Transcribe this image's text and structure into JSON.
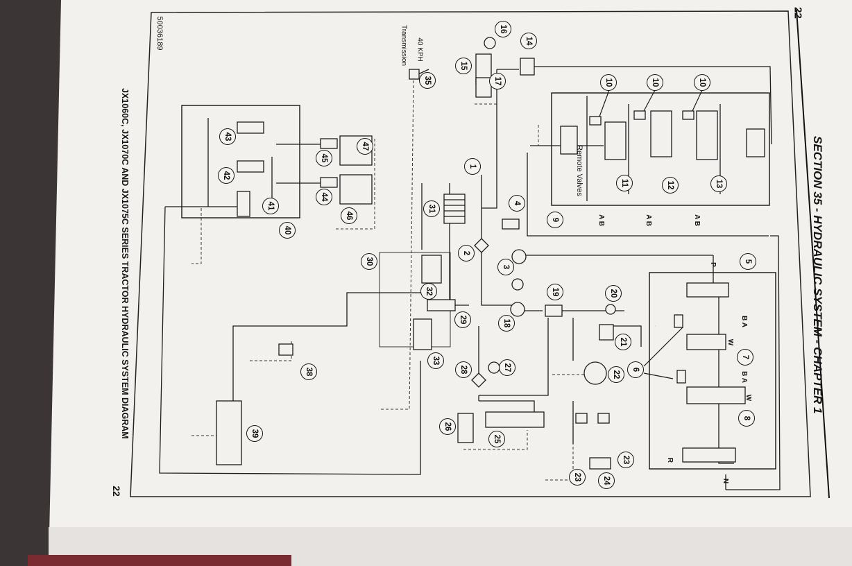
{
  "header": {
    "page_number_top": "22",
    "section_title": "SECTION 35 - HYDRAULIC SYSTEM - CHAPTER 1"
  },
  "footer": {
    "diagram_caption": "JX1060C, JX1070C AND JX1075C SERIES TRACTOR HYDRAULIC SYSTEM DIAGRAM",
    "page_number_bottom": "22"
  },
  "diagram": {
    "doc_code": "50036189",
    "label_40kph": "40 KPH",
    "label_transmission": "Transmission",
    "label_remote_valves": "Remote Valves",
    "port_labels": {
      "p": "P",
      "r": "R",
      "n": "N",
      "w1": "W",
      "w2": "W",
      "ba1": "B A",
      "ba2": "B A",
      "ab1": "A B",
      "ab2": "A B",
      "ab3": "A B"
    },
    "callouts": [
      "1",
      "2",
      "3",
      "4",
      "5",
      "6",
      "7",
      "8",
      "9",
      "10",
      "10",
      "10",
      "11",
      "12",
      "13",
      "14",
      "15",
      "16",
      "17",
      "19",
      "18",
      "20",
      "21",
      "22",
      "23",
      "23",
      "24",
      "25",
      "26",
      "27",
      "28",
      "29",
      "30",
      "31",
      "32",
      "33",
      "35",
      "38",
      "39",
      "40",
      "41",
      "42",
      "43",
      "44",
      "45",
      "46",
      "47"
    ]
  },
  "colors": {
    "paper": "#f4f2ef",
    "ink": "#1a1a1a",
    "background": "#3c3536"
  }
}
